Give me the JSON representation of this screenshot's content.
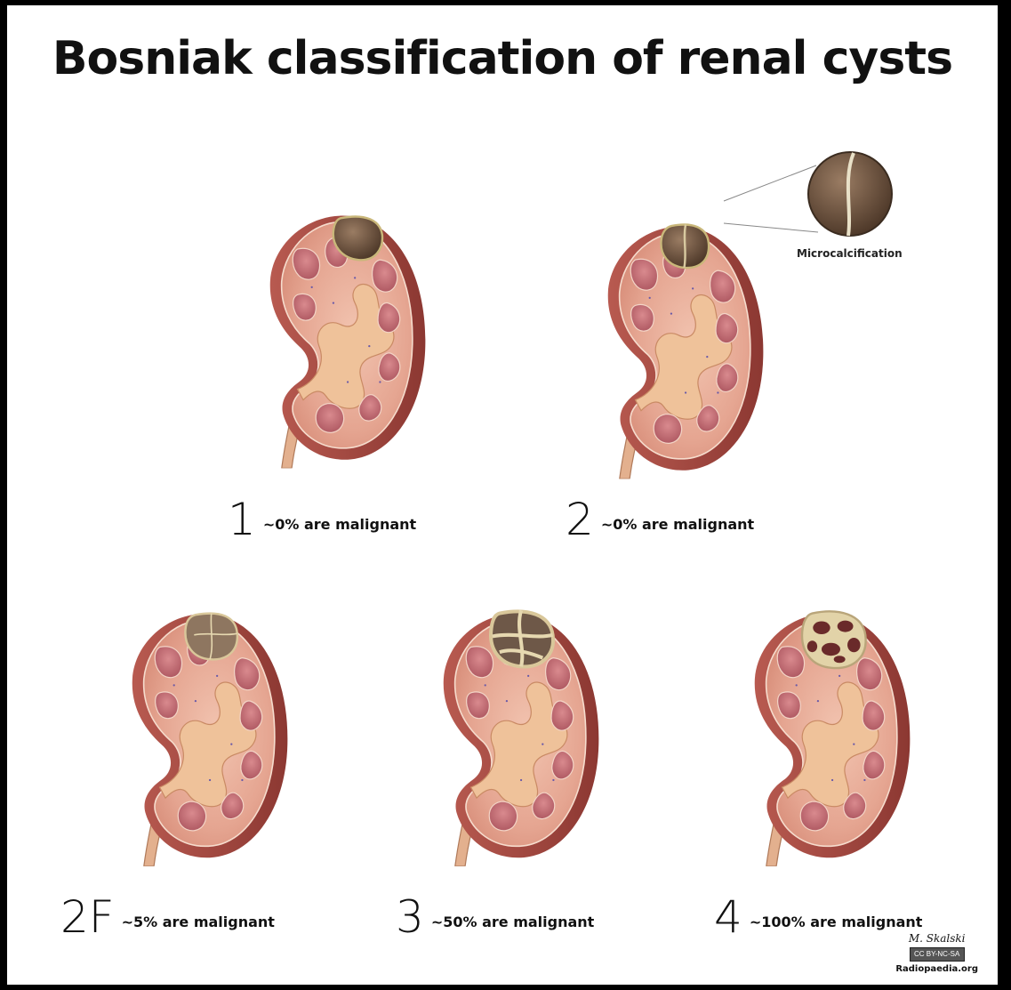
{
  "title": "Bosniak classification of renal cysts",
  "callout": {
    "label": "Microcalcification"
  },
  "classes": [
    {
      "category": "1",
      "malignancy": "~0% are malignant",
      "cyst": "simple"
    },
    {
      "category": "2",
      "malignancy": "~0% are malignant",
      "cyst": "septated"
    },
    {
      "category": "2F",
      "malignancy": "~5% are malignant",
      "cyst": "thin-septa"
    },
    {
      "category": "3",
      "malignancy": "~50% are malignant",
      "cyst": "thick-septa"
    },
    {
      "category": "4",
      "malignancy": "~100% are malignant",
      "cyst": "solid"
    }
  ],
  "credit": {
    "signature": "M. Skalski",
    "license": "CC BY-NC-SA",
    "site": "Radiopaedia.org"
  },
  "colors": {
    "cortex": "#e7ab97",
    "capsule": "#a94c45",
    "pyramid": "#c46e75",
    "pelvis": "#efc29a",
    "cyst": "#6b5340"
  }
}
